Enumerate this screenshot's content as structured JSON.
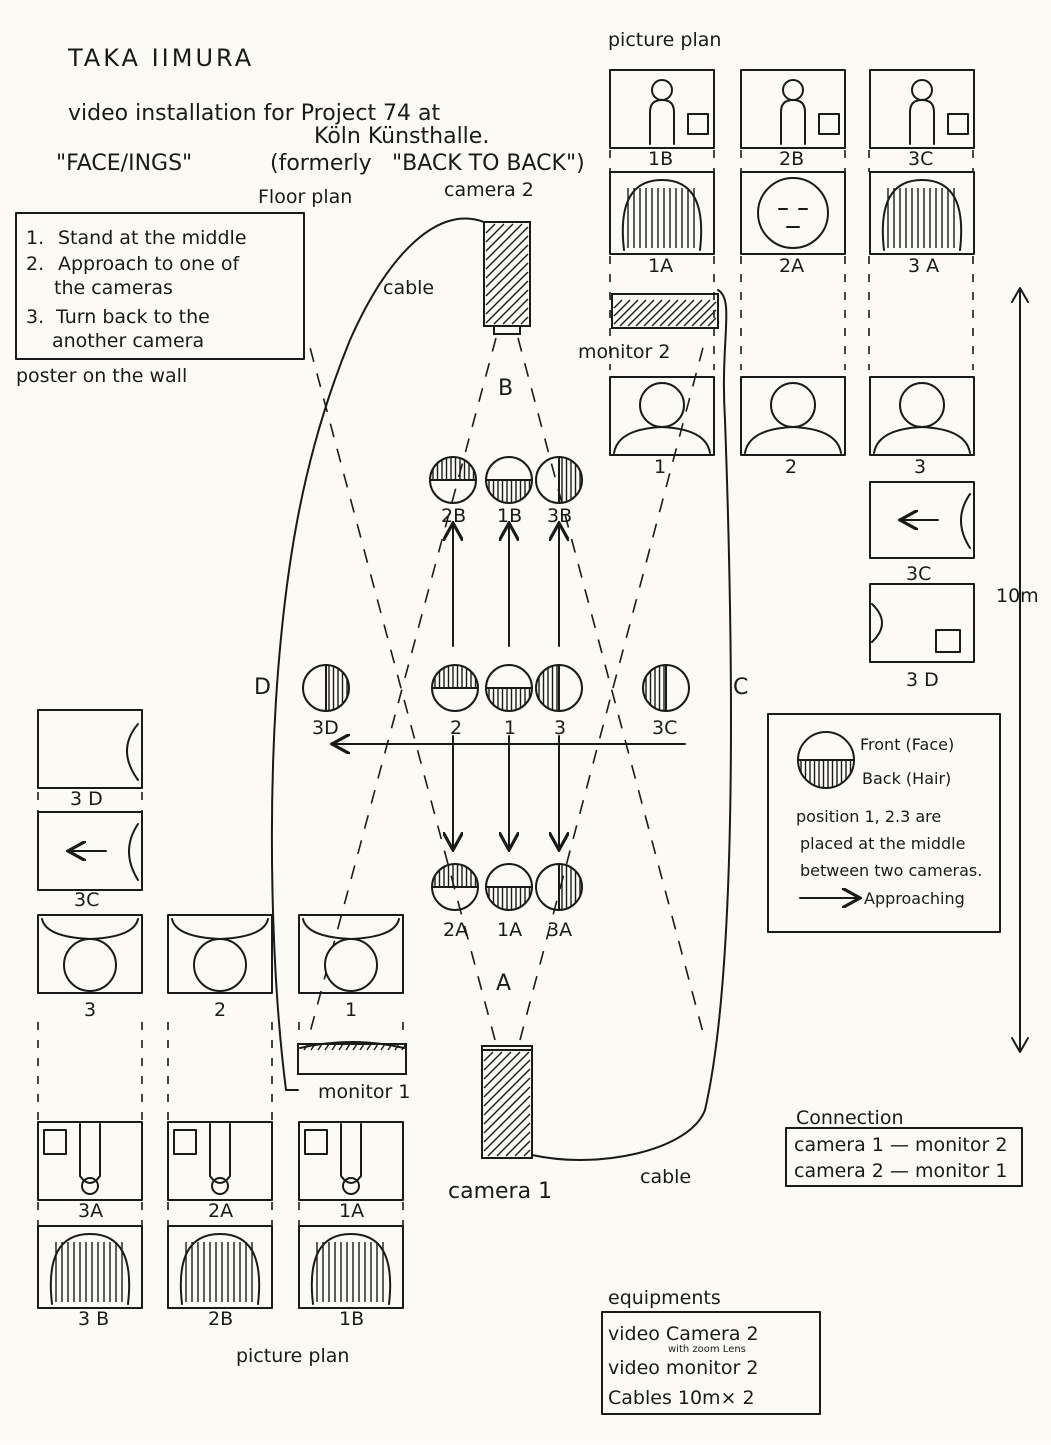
{
  "header": {
    "artist": "TAKA IIMURA",
    "line1": "video installation for Project 74 at",
    "line2": "Köln Künsthalle.",
    "line3_title": "\"FACE/INGS\"",
    "line3_formerly": "(formerly",
    "line3_old_title": "\"BACK TO BACK\")"
  },
  "labels": {
    "floor_plan": "Floor plan",
    "picture_plan": "picture plan",
    "camera1": "camera 1",
    "camera2": "camera 2",
    "monitor1": "monitor 1",
    "monitor2": "monitor 2",
    "cable": "cable",
    "poster": "poster on the wall",
    "side_A": "A",
    "side_B": "B",
    "side_C": "C",
    "side_D": "D",
    "distance": "10m"
  },
  "instructions": {
    "items": [
      [
        "1.",
        "Stand at the middle"
      ],
      [
        "2.",
        "Approach to one of"
      ],
      [
        "",
        "the cameras"
      ],
      [
        "3.",
        "Turn back to the"
      ],
      [
        "",
        "another camera"
      ]
    ]
  },
  "positions": {
    "top_row": [
      "2B",
      "1B",
      "3B"
    ],
    "middle_row": [
      "3D",
      "2",
      "1",
      "3",
      "3C"
    ],
    "bottom_row": [
      "2A",
      "1A",
      "3A"
    ]
  },
  "right_frames": {
    "row1": [
      "1B",
      "2B",
      "3C"
    ],
    "row2": [
      "1A",
      "2A",
      "3 A"
    ],
    "row3": [
      "1",
      "2",
      "3"
    ],
    "single": [
      "3C",
      "3 D"
    ]
  },
  "left_frames": {
    "single": [
      "3 D",
      "3C"
    ],
    "row1": [
      "3",
      "2",
      "1"
    ],
    "row2": [
      "3A",
      "2A",
      "1A"
    ],
    "row3": [
      "3 B",
      "2B",
      "1B"
    ]
  },
  "legend": {
    "front": "Front (Face)",
    "back": "Back (Hair)",
    "note": [
      "position 1, 2.3 are",
      "placed at the middle",
      "between two cameras."
    ],
    "approaching": "Approaching"
  },
  "connection": {
    "title": "Connection",
    "rows": [
      "camera 1 — monitor 2",
      "camera 2 — monitor 1"
    ]
  },
  "equipment": {
    "title": "equipments",
    "rows": [
      "video Camera  2",
      "video monitor 2",
      "Cables   10m× 2"
    ],
    "lens_note": "with zoom Lens"
  }
}
